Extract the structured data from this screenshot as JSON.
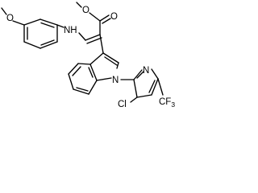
{
  "structure": {
    "atom_labels": {
      "methoxy_o": "O",
      "nh": "NH",
      "ester_carbonyl_o": "O",
      "ester_ether_o": "O",
      "indole_n": "N",
      "pyridine_n": "N",
      "chloro": "Cl",
      "cf3": "CF",
      "cf3_sub": "3"
    }
  }
}
